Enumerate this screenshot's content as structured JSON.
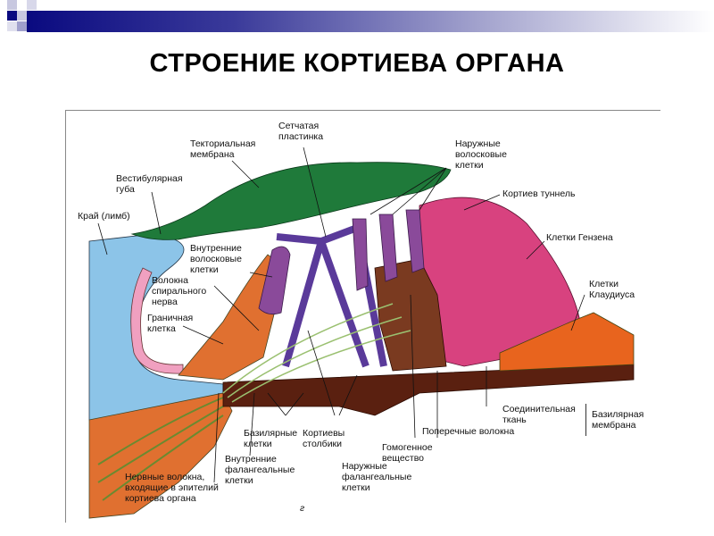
{
  "title": "СТРОЕНИЕ КОРТИЕВА ОРГАНА",
  "figure_letter": "г",
  "labels": {
    "reticular_lamina": "Сетчатая\nпластинка",
    "tectorial_membrane": "Текториальная\nмембрана",
    "outer_hair_cells": "Наружные\nволосковые\nклетки",
    "vestibular_lip": "Вестибулярная\nгуба",
    "tunnel": "Кортиев туннель",
    "limbus": "Край (лимб)",
    "hensen_cells": "Клетки Гензена",
    "inner_hair_cells": "Внутренние\nволосковые\nклетки",
    "claudius_cells": "Клетки\nКлаудиуса",
    "spiral_nerve_fibers": "Волокна\nспирального\nнерва",
    "border_cell": "Граничная\nклетка",
    "connective_tissue": "Соединительная\nткань",
    "transverse_fibers": "Поперечные волокна",
    "basilar_membrane": "Базилярная\nмембрана",
    "basilar_cells": "Базилярные\nклетки",
    "pillars": "Кортиевы\nстолбики",
    "homogeneous_substance": "Гомогенное\nвещество",
    "inner_phalangeal": "Внутренние\nфалангеальные\nклетки",
    "outer_phalangeal": "Наружные\nфалангеальные\nклетки",
    "nerve_fibers_entering": "Нервные волокна,\nвходящие в эпителий\nкортиева органа"
  },
  "colors": {
    "limbus": "#8cc4e8",
    "tectorial": "#1f7a3a",
    "hensen": "#d8427f",
    "claudius": "#e8641e",
    "basilar": "#5a2010",
    "pillars": "#5a3a9a",
    "hair": "#8a4a9a",
    "orange": "#e07030"
  }
}
